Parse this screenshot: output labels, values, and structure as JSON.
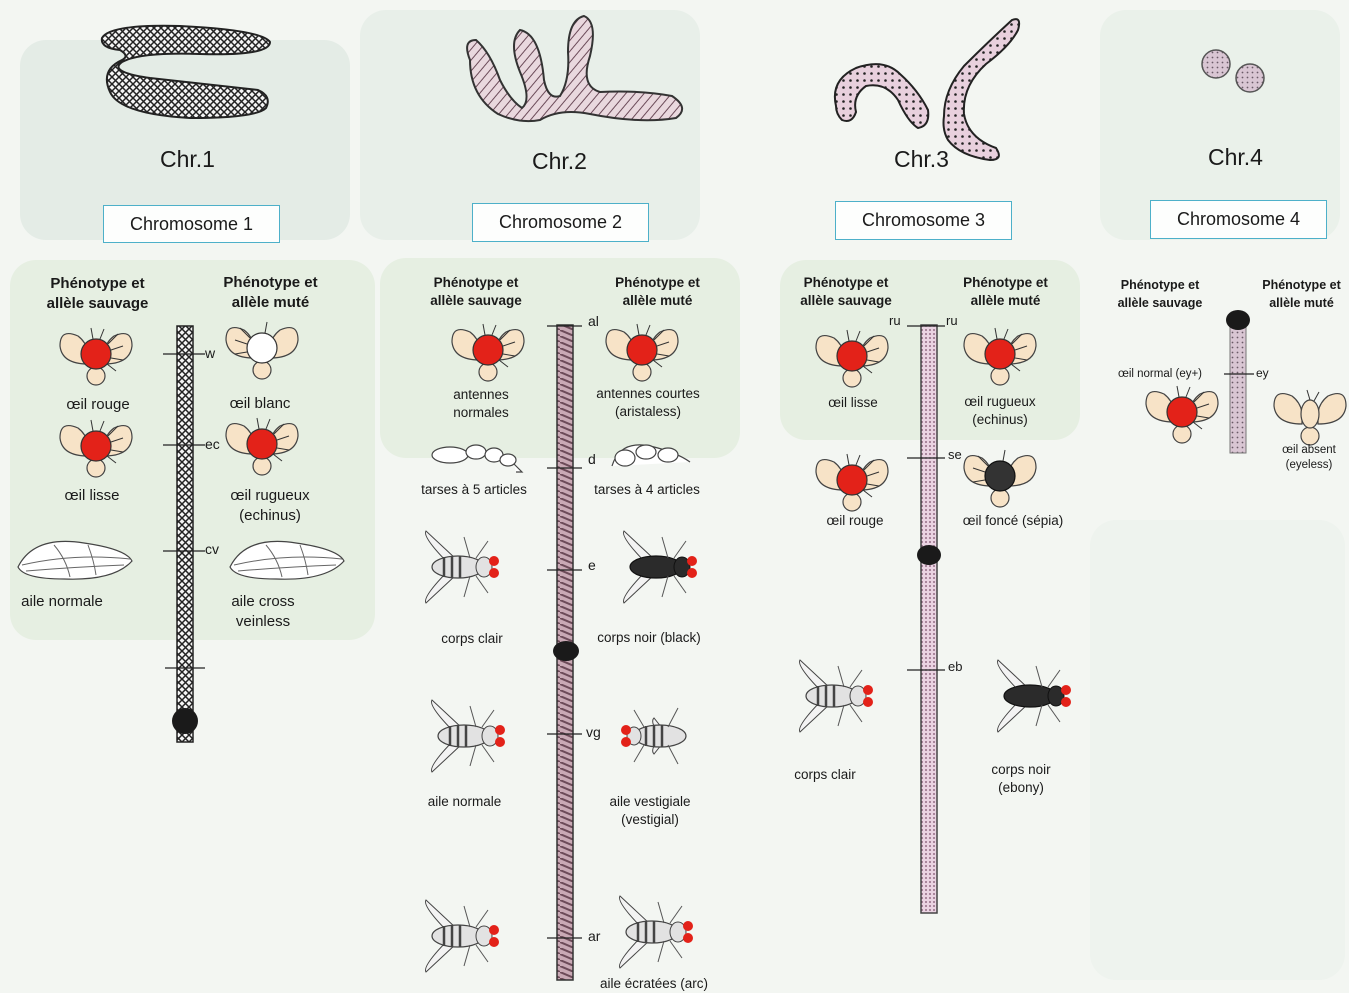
{
  "top_chromosomes": [
    "Chr.1",
    "Chr.2",
    "Chr.3",
    "Chr.4"
  ],
  "panels": [
    {
      "title": "Chromosome 1",
      "wild_header": "Phénotype et allèle sauvage",
      "mut_header": "Phénotype et allèle muté",
      "loci": [
        "w",
        "ec",
        "cv"
      ],
      "wild_labels": [
        "œil rouge",
        "œil lisse",
        "aile normale"
      ],
      "mut_labels": [
        "œil blanc",
        "œil rugueux (echinus)",
        "aile cross veinless"
      ]
    },
    {
      "title": "Chromosome 2",
      "wild_header": "Phénotype et allèle sauvage",
      "mut_header": "Phénotype et allèle muté",
      "loci": [
        "al",
        "d",
        "e",
        "vg",
        "ar"
      ],
      "wild_labels": [
        "antennes normales",
        "tarses à 5 articles",
        "corps clair",
        "aile normale"
      ],
      "mut_labels": [
        "antennes courtes (aristaless)",
        "tarses à 4 articles",
        "corps noir (black)",
        "aile vestigiale (vestigial)",
        "aile écratées (arc)"
      ]
    },
    {
      "title": "Chromosome 3",
      "wild_header": "Phénotype et allèle sauvage",
      "mut_header": "Phénotype et allèle muté",
      "loci": [
        "ru",
        "ru",
        "se",
        "eb"
      ],
      "wild_labels": [
        "œil lisse",
        "œil rouge",
        "corps clair"
      ],
      "mut_labels": [
        "œil rugueux (echinus)",
        "œil foncé (sépia)",
        "corps noir (ebony)"
      ]
    },
    {
      "title": "Chromosome 4",
      "wild_header": "Phénotype et allèle sauvage",
      "mut_header": "Phénotype et allèle muté",
      "loci": [
        "ey"
      ],
      "wild_labels": [
        "œil normal (ey+)"
      ],
      "mut_labels": [
        "œil absent (eyeless)"
      ]
    }
  ],
  "colors": {
    "eye_red": "#e32219",
    "chr1_fill": "#2a2a2a",
    "chr2_fill": "#b58a9a",
    "chr3_fill": "#d9b3c9",
    "chr4_fill": "#a790a0",
    "box_border": "#4db0c9"
  }
}
